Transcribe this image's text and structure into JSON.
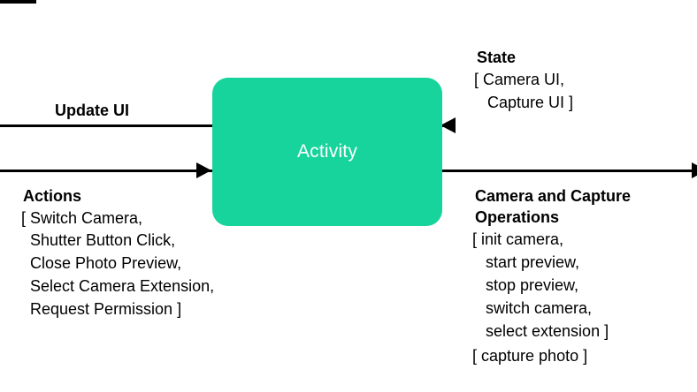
{
  "diagram": {
    "node": {
      "label": "Activity",
      "color": "#16d49b",
      "text_color": "#ffffff"
    },
    "flows": {
      "update_ui": {
        "label": "Update UI"
      },
      "actions": {
        "heading": "Actions",
        "items": [
          "[ Switch Camera,",
          "  Shutter Button Click,",
          "  Close Photo Preview,",
          "  Select Camera Extension,",
          "  Request Permission ]"
        ]
      },
      "state": {
        "heading": "State",
        "items": [
          "[ Camera UI,",
          "   Capture UI ]"
        ]
      },
      "camera_operations": {
        "heading_line1": "Camera and Capture",
        "heading_line2": "Operations",
        "items": [
          "[ init camera,",
          "   start preview,",
          "   stop preview,",
          "   switch camera,",
          "   select extension ]",
          "[ capture photo ]"
        ]
      }
    }
  }
}
